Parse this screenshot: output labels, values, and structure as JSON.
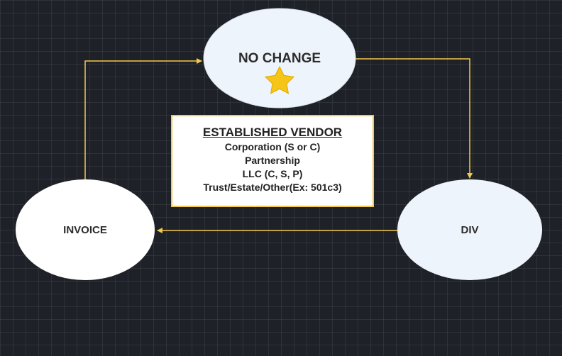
{
  "nodes": {
    "no_change": {
      "label": "NO CHANGE"
    },
    "invoice": {
      "label": "INVOICE"
    },
    "div": {
      "label": "DIV"
    }
  },
  "vendor_box": {
    "title": "ESTABLISHED VENDOR",
    "lines": [
      "Corporation (S or C)",
      "Partnership",
      "LLC (C, S, P)",
      "Trust/Estate/Other(Ex: 501c3)"
    ]
  },
  "colors": {
    "background": "#1e2127",
    "connector": "#f2c94c",
    "star": "#f5c518",
    "node_fill": "#eef4fb"
  },
  "icons": [
    "star-icon"
  ]
}
